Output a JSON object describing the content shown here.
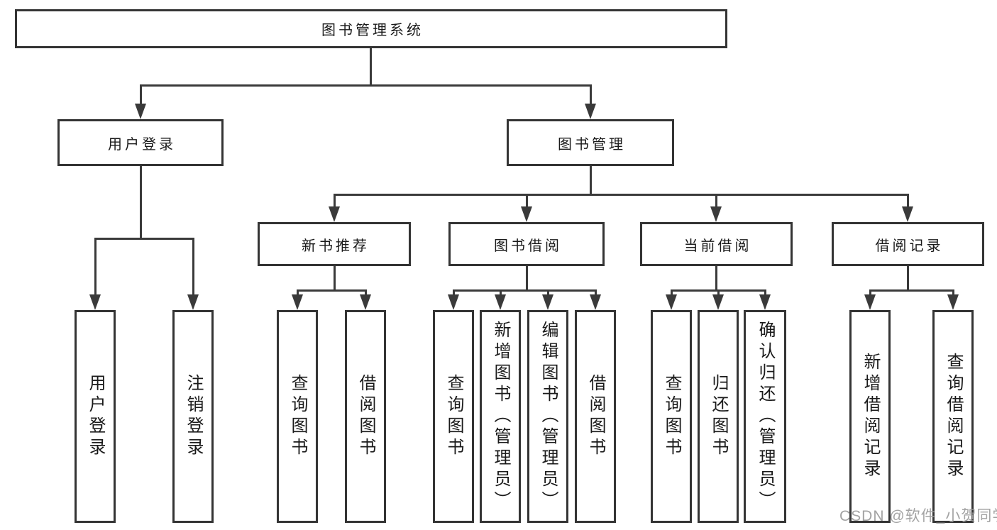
{
  "diagram_type": "tree",
  "tree": {
    "label": "图书管理系统",
    "children": [
      {
        "label": "用户登录",
        "children": [
          {
            "label": "用户登录"
          },
          {
            "label": "注销登录"
          }
        ]
      },
      {
        "label": "图书管理",
        "children": [
          {
            "label": "新书推荐",
            "children": [
              {
                "label": "查询图书"
              },
              {
                "label": "借阅图书"
              }
            ]
          },
          {
            "label": "图书借阅",
            "children": [
              {
                "label": "查询图书"
              },
              {
                "label": "新增图书（管理员）"
              },
              {
                "label": "编辑图书（管理员）"
              },
              {
                "label": "借阅图书"
              }
            ]
          },
          {
            "label": "当前借阅",
            "children": [
              {
                "label": "查询图书"
              },
              {
                "label": "归还图书"
              },
              {
                "label": "确认归还（管理员）"
              }
            ]
          },
          {
            "label": "借阅记录",
            "children": [
              {
                "label": "新增借阅记录"
              },
              {
                "label": "查询借阅记录"
              }
            ]
          }
        ]
      }
    ]
  },
  "watermark": {
    "text": "CSDN @软件_小贺同学"
  },
  "colors": {
    "background": "#ffffff",
    "box_border": "#343434",
    "line": "#3a3a3a",
    "text": "#1a1a1a",
    "watermark": "#9c9c9c"
  }
}
